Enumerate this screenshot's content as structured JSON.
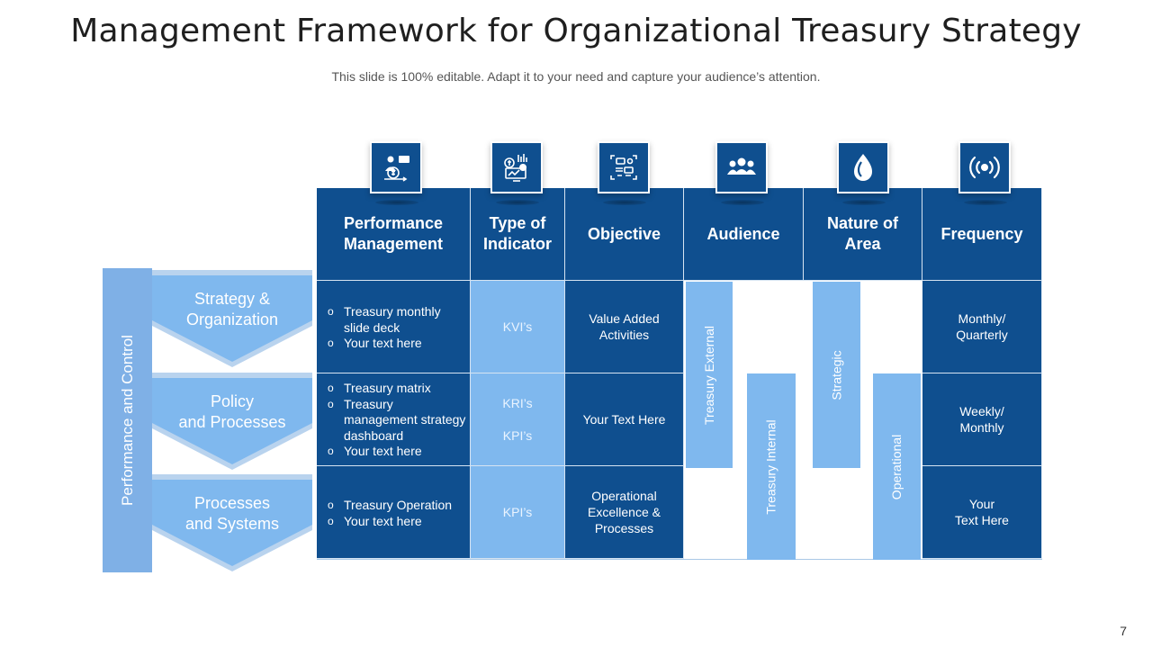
{
  "title": "Management Framework for Organizational Treasury Strategy",
  "subtitle": "This slide is 100% editable. Adapt it to your need and capture your audience’s attention.",
  "page_number": "7",
  "side_label": "Performance and Control",
  "chevrons": [
    {
      "label": "Strategy &\nOrganization"
    },
    {
      "label": "Policy\nand Processes"
    },
    {
      "label": "Processes\nand Systems"
    }
  ],
  "headers": [
    {
      "label": "Performance\nManagement",
      "icon": "presentation-icon"
    },
    {
      "label": "Type of\nIndicator",
      "icon": "dashboard-icon"
    },
    {
      "label": "Objective",
      "icon": "target-icon"
    },
    {
      "label": "Audience",
      "icon": "users-icon"
    },
    {
      "label": "Nature of\nArea",
      "icon": "leaf-drop-icon"
    },
    {
      "label": "Frequency",
      "icon": "broadcast-icon"
    }
  ],
  "rows": [
    {
      "bullets": [
        "Treasury monthly slide deck",
        "Your text here"
      ],
      "indicator": "KVI’s",
      "objective": "Value Added\nActivities",
      "frequency": "Monthly/\nQuarterly"
    },
    {
      "bullets": [
        "Treasury matrix",
        "Treasury management strategy dashboard",
        "Your text here"
      ],
      "indicator": "KRI’s\n\nKPI’s",
      "objective": "Your Text Here",
      "frequency": "Weekly/\nMonthly"
    },
    {
      "bullets": [
        "Treasury Operation",
        "Your text here"
      ],
      "indicator": "KPI’s",
      "objective": "Operational\nExcellence &\nProcesses",
      "frequency": "Your\nText Here"
    }
  ],
  "audience_bars": [
    "Treasury  External",
    "Treasury  Internal"
  ],
  "nature_bars": [
    "Strategic",
    "Operational"
  ],
  "colors": {
    "dark_blue": "#0f4f8f",
    "light_blue": "#7fb8ee",
    "side_blue": "#7fb0e6"
  }
}
